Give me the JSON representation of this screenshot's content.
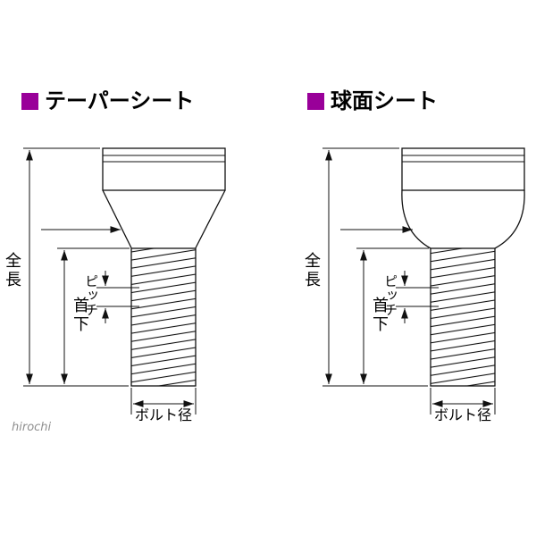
{
  "page": {
    "background_color": "#ffffff",
    "accent_color": "#990099",
    "line_color": "#111111",
    "watermark": "hirochi"
  },
  "diagrams": [
    {
      "title": "テーパーシート",
      "seat_type": "taper",
      "labels": {
        "total_length": "全長",
        "under_head_length": "首下",
        "pitch": "ピッチ",
        "bolt_diameter": "ボルト径"
      }
    },
    {
      "title": "球面シート",
      "seat_type": "spherical",
      "labels": {
        "total_length": "全長",
        "under_head_length": "首下",
        "pitch": "ピッチ",
        "bolt_diameter": "ボルト径"
      }
    }
  ]
}
